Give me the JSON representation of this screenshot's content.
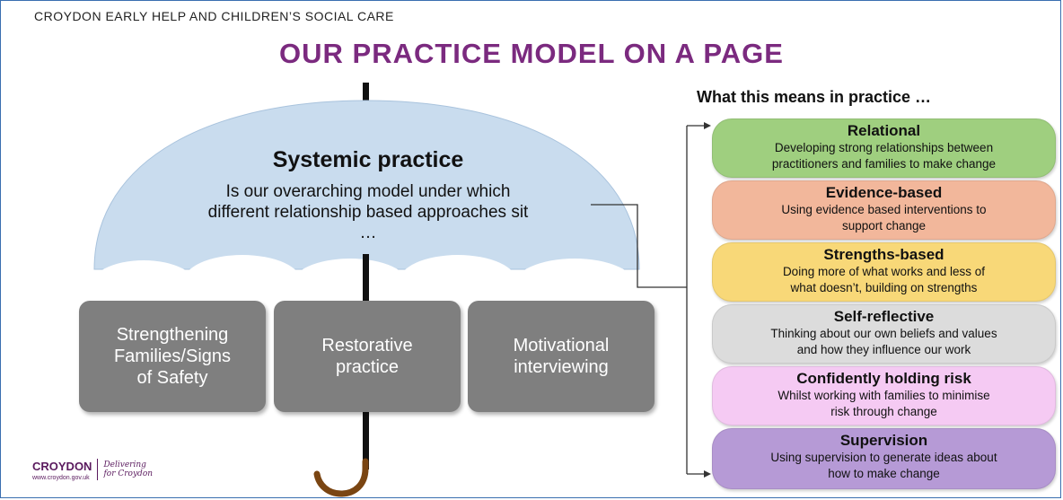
{
  "header": {
    "organisation": "CROYDON EARLY HELP AND CHILDREN’S SOCIAL CARE",
    "title": "OUR PRACTICE MODEL ON A PAGE"
  },
  "umbrella": {
    "title": "Systemic practice",
    "body": "Is our overarching model under which different relationship based approaches sit …"
  },
  "approaches": [
    {
      "lines": [
        "Strengthening",
        "Families/Signs",
        "of Safety"
      ]
    },
    {
      "lines": [
        "Restorative",
        "practice"
      ]
    },
    {
      "lines": [
        "Motivational",
        "interviewing"
      ]
    }
  ],
  "practice": {
    "heading": "What this means in practice …",
    "items": [
      {
        "title": "Relational",
        "desc1": "Developing strong relationships between",
        "desc2": "practitioners and families to make change",
        "color": "#9fcf7f"
      },
      {
        "title": "Evidence-based",
        "desc1": "Using evidence based interventions to",
        "desc2": "support change",
        "color": "#f2b79b"
      },
      {
        "title": "Strengths-based",
        "desc1": "Doing more of what works and less of",
        "desc2": "what doesn’t, building on strengths",
        "color": "#f8d878"
      },
      {
        "title": "Self-reflective",
        "desc1": "Thinking about our own beliefs and values",
        "desc2": "and how they influence our work",
        "color": "#dcdcdc"
      },
      {
        "title": "Confidently holding risk",
        "desc1": "Whilst working with families to minimise",
        "desc2": "risk through change",
        "color": "#f5caf3"
      },
      {
        "title": "Supervision",
        "desc1": "Using supervision to generate ideas about",
        "desc2": "how to make change",
        "color": "#b69ad6"
      }
    ]
  },
  "logo": {
    "name": "CROYDON",
    "url": "www.croydon.gov.uk",
    "tagline1": "Delivering",
    "tagline2": "for Croydon"
  },
  "colors": {
    "title": "#7b2a7f",
    "canopy": "#c9dcee",
    "approach_box": "#7f7f7f",
    "frame": "#3a6fb0"
  }
}
